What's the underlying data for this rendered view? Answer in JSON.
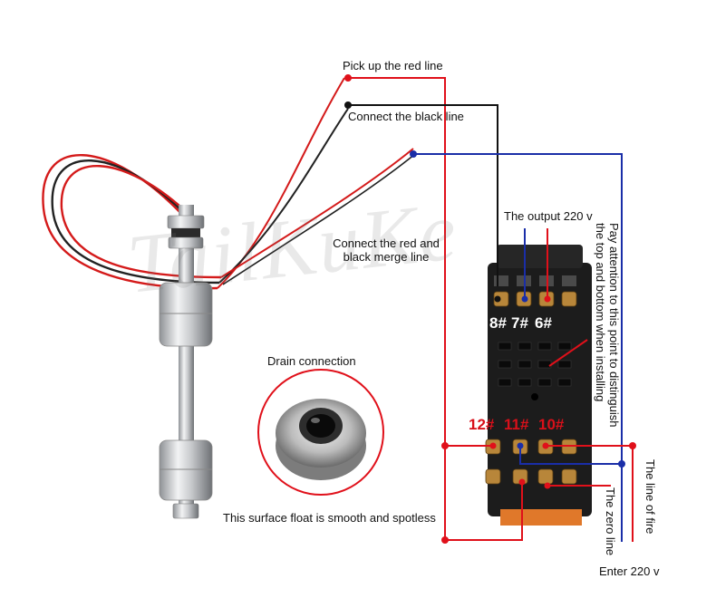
{
  "labels": {
    "pick_red": "Pick up the red line",
    "connect_black": "Connect the black line",
    "merge": "Connect the red and black merge line",
    "output": "The output 220 v",
    "attention": "Pay attention to this point to distinguish the top and bottom when installing",
    "drain": "Drain connection",
    "surface": "This surface float is smooth and spotless",
    "fire": "The line of fire",
    "zero": "The zero line",
    "enter": "Enter 220 v"
  },
  "pins": {
    "p8": "8#",
    "p7": "7#",
    "p6": "6#",
    "p12": "12#",
    "p11": "11#",
    "p10": "10#"
  },
  "watermark": "TailKuKe",
  "colors": {
    "red_wire": "#e0101a",
    "black_wire": "#111111",
    "blue_wire": "#1a2ea8",
    "relay_base": "#1c1c1c",
    "pin_label": "#d8101a"
  }
}
